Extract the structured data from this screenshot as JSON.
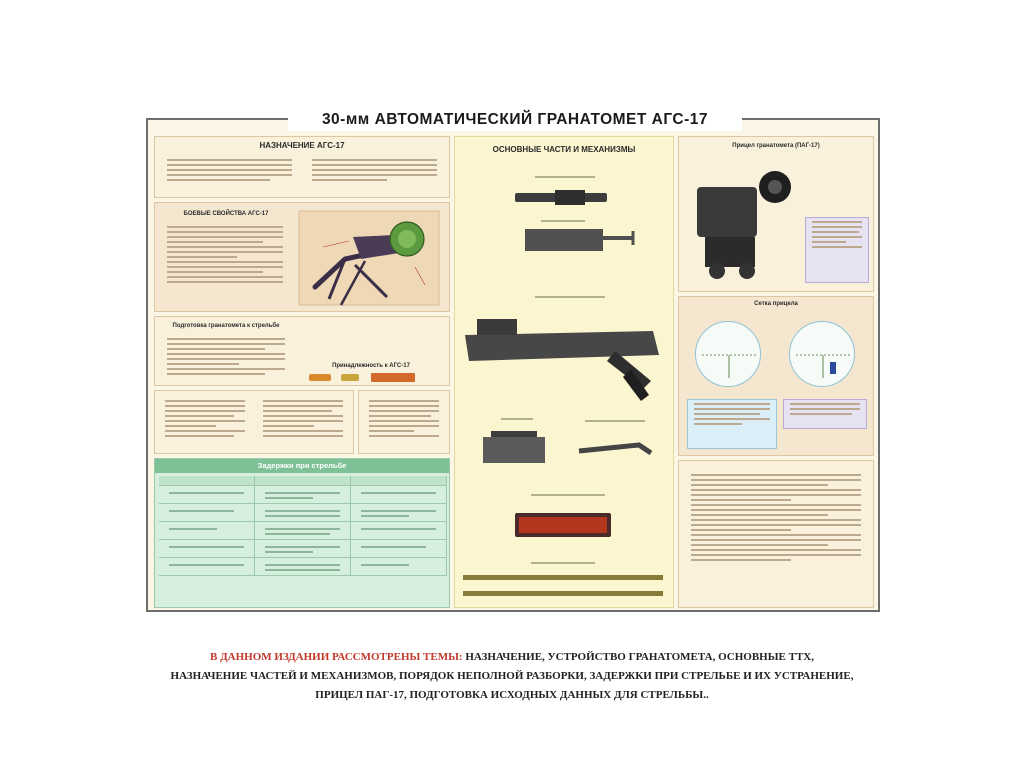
{
  "poster": {
    "title": "30-мм АВТОМАТИЧЕСКИЙ ГРАНАТОМЕТ АГС-17",
    "left_column": {
      "purpose_heading": "НАЗНАЧЕНИЕ АГС-17",
      "combat_properties_heading": "БОЕВЫЕ СВОЙСТВА АГС-17",
      "preparation_heading": "Подготовка гранатомета к стрельбе",
      "accessories_heading": "Принадлежность к АГС-17"
    },
    "center_column": {
      "heading": "ОСНОВНЫЕ ЧАСТИ И МЕХАНИЗМЫ"
    },
    "right_column": {
      "sight_heading": "Прицел гранатомета (ПАГ-17)",
      "reticle_heading": "Сетка прицела"
    },
    "malfunctions": {
      "heading": "Задержки при стрельбе"
    }
  },
  "caption": {
    "lead": "В ДАННОМ ИЗДАНИИ РАССМОТРЕНЫ ТЕМЫ:",
    "line1": " НАЗНАЧЕНИЕ, УСТРОЙСТВО ГРАНАТОМЕТА, ОСНОВНЫЕ ТТХ,",
    "line2": "НАЗНАЧЕНИЕ ЧАСТЕЙ И МЕХАНИЗМОВ, ПОРЯДОК НЕПОЛНОЙ РАЗБОРКИ, ЗАДЕРЖКИ ПРИ СТРЕЛЬБЕ И ИХ УСТРАНЕНИЕ,",
    "line3": "ПРИЦЕЛ ПАГ-17, ПОДГОТОВКА ИСХОДНЫХ ДАННЫХ ДЛЯ СТРЕЛЬБЫ.."
  },
  "colors": {
    "poster_bg": "#fbf6e6",
    "panel_tan": "#f5e6cf",
    "panel_yellow": "#fbf6cf",
    "panel_green": "#d6eedd",
    "accent_red": "#c0392b"
  }
}
